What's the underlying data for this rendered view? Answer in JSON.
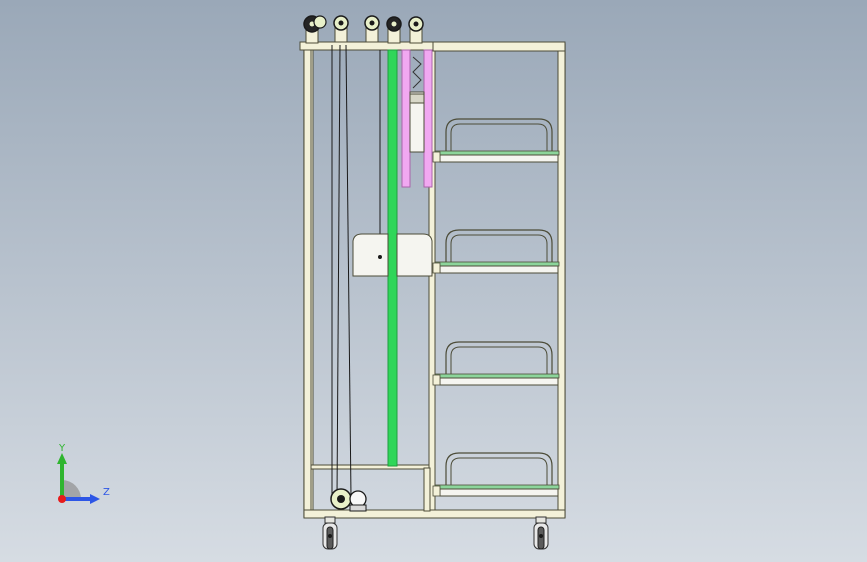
{
  "viewport": {
    "background_top": "#9aa8b8",
    "background_bottom": "#d6dce3"
  },
  "colors": {
    "frame_fill": "#f3f1d9",
    "frame_stroke": "#4c4c38",
    "green_rail": "#2fd659",
    "green_rail_dark": "#1f9d40",
    "pink_rail": "#f1a8f1",
    "pink_rail_dark": "#a964aa",
    "shelf_green": "#8cd59b",
    "tray_fill": "#f5f5f0",
    "pulley_fill": "#e8f0c9",
    "pulley_dark": "#252525",
    "wheel_gray": "#5b5b5b",
    "x_axis": "#e71b1b",
    "y_axis": "#2fb52f",
    "z_axis": "#2d56e6"
  },
  "icons": {
    "model": "shelving-cart-lift-assembly",
    "triad": "coordinate-axis-triad-icon"
  },
  "triad": {
    "y_label": "Y",
    "z_label": "Z"
  },
  "model": {
    "shelf_levels": 4,
    "pulley_count": 4,
    "wheel_count": 2
  }
}
